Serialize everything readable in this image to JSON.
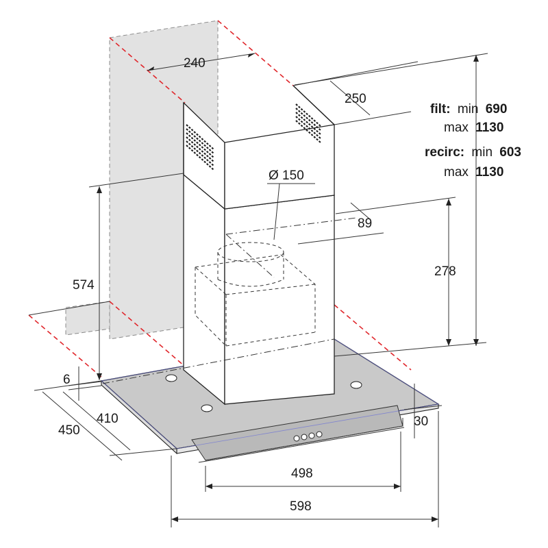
{
  "colors": {
    "reference_line": "#e0262b",
    "wall": "#e2e2e2",
    "glass": "#c9c9c9",
    "line": "#222222"
  },
  "dimensions": {
    "chimney_width": "240",
    "chimney_depth": "250",
    "duct_diameter": "Ø 150",
    "outlet_offset": "89",
    "outlet_height": "278",
    "lower_chimney_height": "574",
    "glass_thickness": "6",
    "depth_overall": "450",
    "depth_body": "410",
    "canopy_height": "30",
    "body_width": "498",
    "overall_width": "598"
  },
  "height_notes": {
    "filt_label": "filt:",
    "filt_min_word": "min",
    "filt_min_value": "690",
    "filt_max_word": "max",
    "filt_max_value": "1130",
    "recirc_label": "recirc:",
    "recirc_min_word": "min",
    "recirc_min_value": "603",
    "recirc_max_word": "max",
    "recirc_max_value": "1130"
  }
}
